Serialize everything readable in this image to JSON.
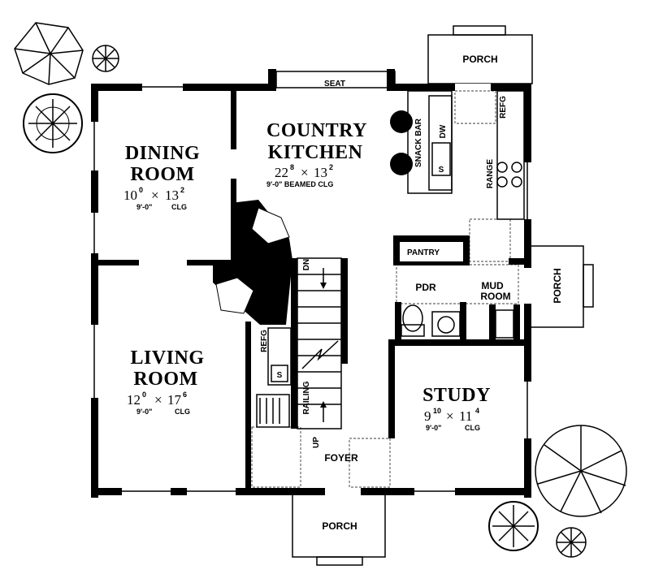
{
  "rooms": {
    "country_kitchen": {
      "name1": "COUNTRY",
      "name2": "KITCHEN",
      "w": "22",
      "w_in": "8",
      "h": "13",
      "h_in": "2",
      "clg": "9'-0\" BEAMED CLG"
    },
    "dining_room": {
      "name1": "DINING",
      "name2": "ROOM",
      "w": "10",
      "w_in": "0",
      "h": "13",
      "h_in": "2",
      "clg_h": "9'-0\"",
      "clg": "CLG"
    },
    "living_room": {
      "name1": "LIVING",
      "name2": "ROOM",
      "w": "12",
      "w_in": "0",
      "h": "17",
      "h_in": "6",
      "clg_h": "9'-0\"",
      "clg": "CLG"
    },
    "study": {
      "name": "STUDY",
      "w": "9",
      "w_in": "10",
      "h": "11",
      "h_in": "4",
      "clg_h": "9'-0\"",
      "clg": "CLG"
    }
  },
  "labels": {
    "porch_top": "PORCH",
    "porch_right": "PORCH",
    "porch_bottom": "PORCH",
    "seat": "SEAT",
    "snack_bar": "SNACK BAR",
    "dw": "DW",
    "range": "RANGE",
    "refg_kitchen": "REFG",
    "refg_hall": "REFG",
    "pantry": "PANTRY",
    "pdr": "PDR",
    "mud1": "MUD",
    "mud2": "ROOM",
    "dn": "DN",
    "up": "UP",
    "railing": "RAILING",
    "foyer": "FOYER",
    "sink_s": "S",
    "sink_s2": "S",
    "sep_x": "×"
  },
  "colors": {
    "ink": "#000000",
    "paper": "#ffffff"
  }
}
